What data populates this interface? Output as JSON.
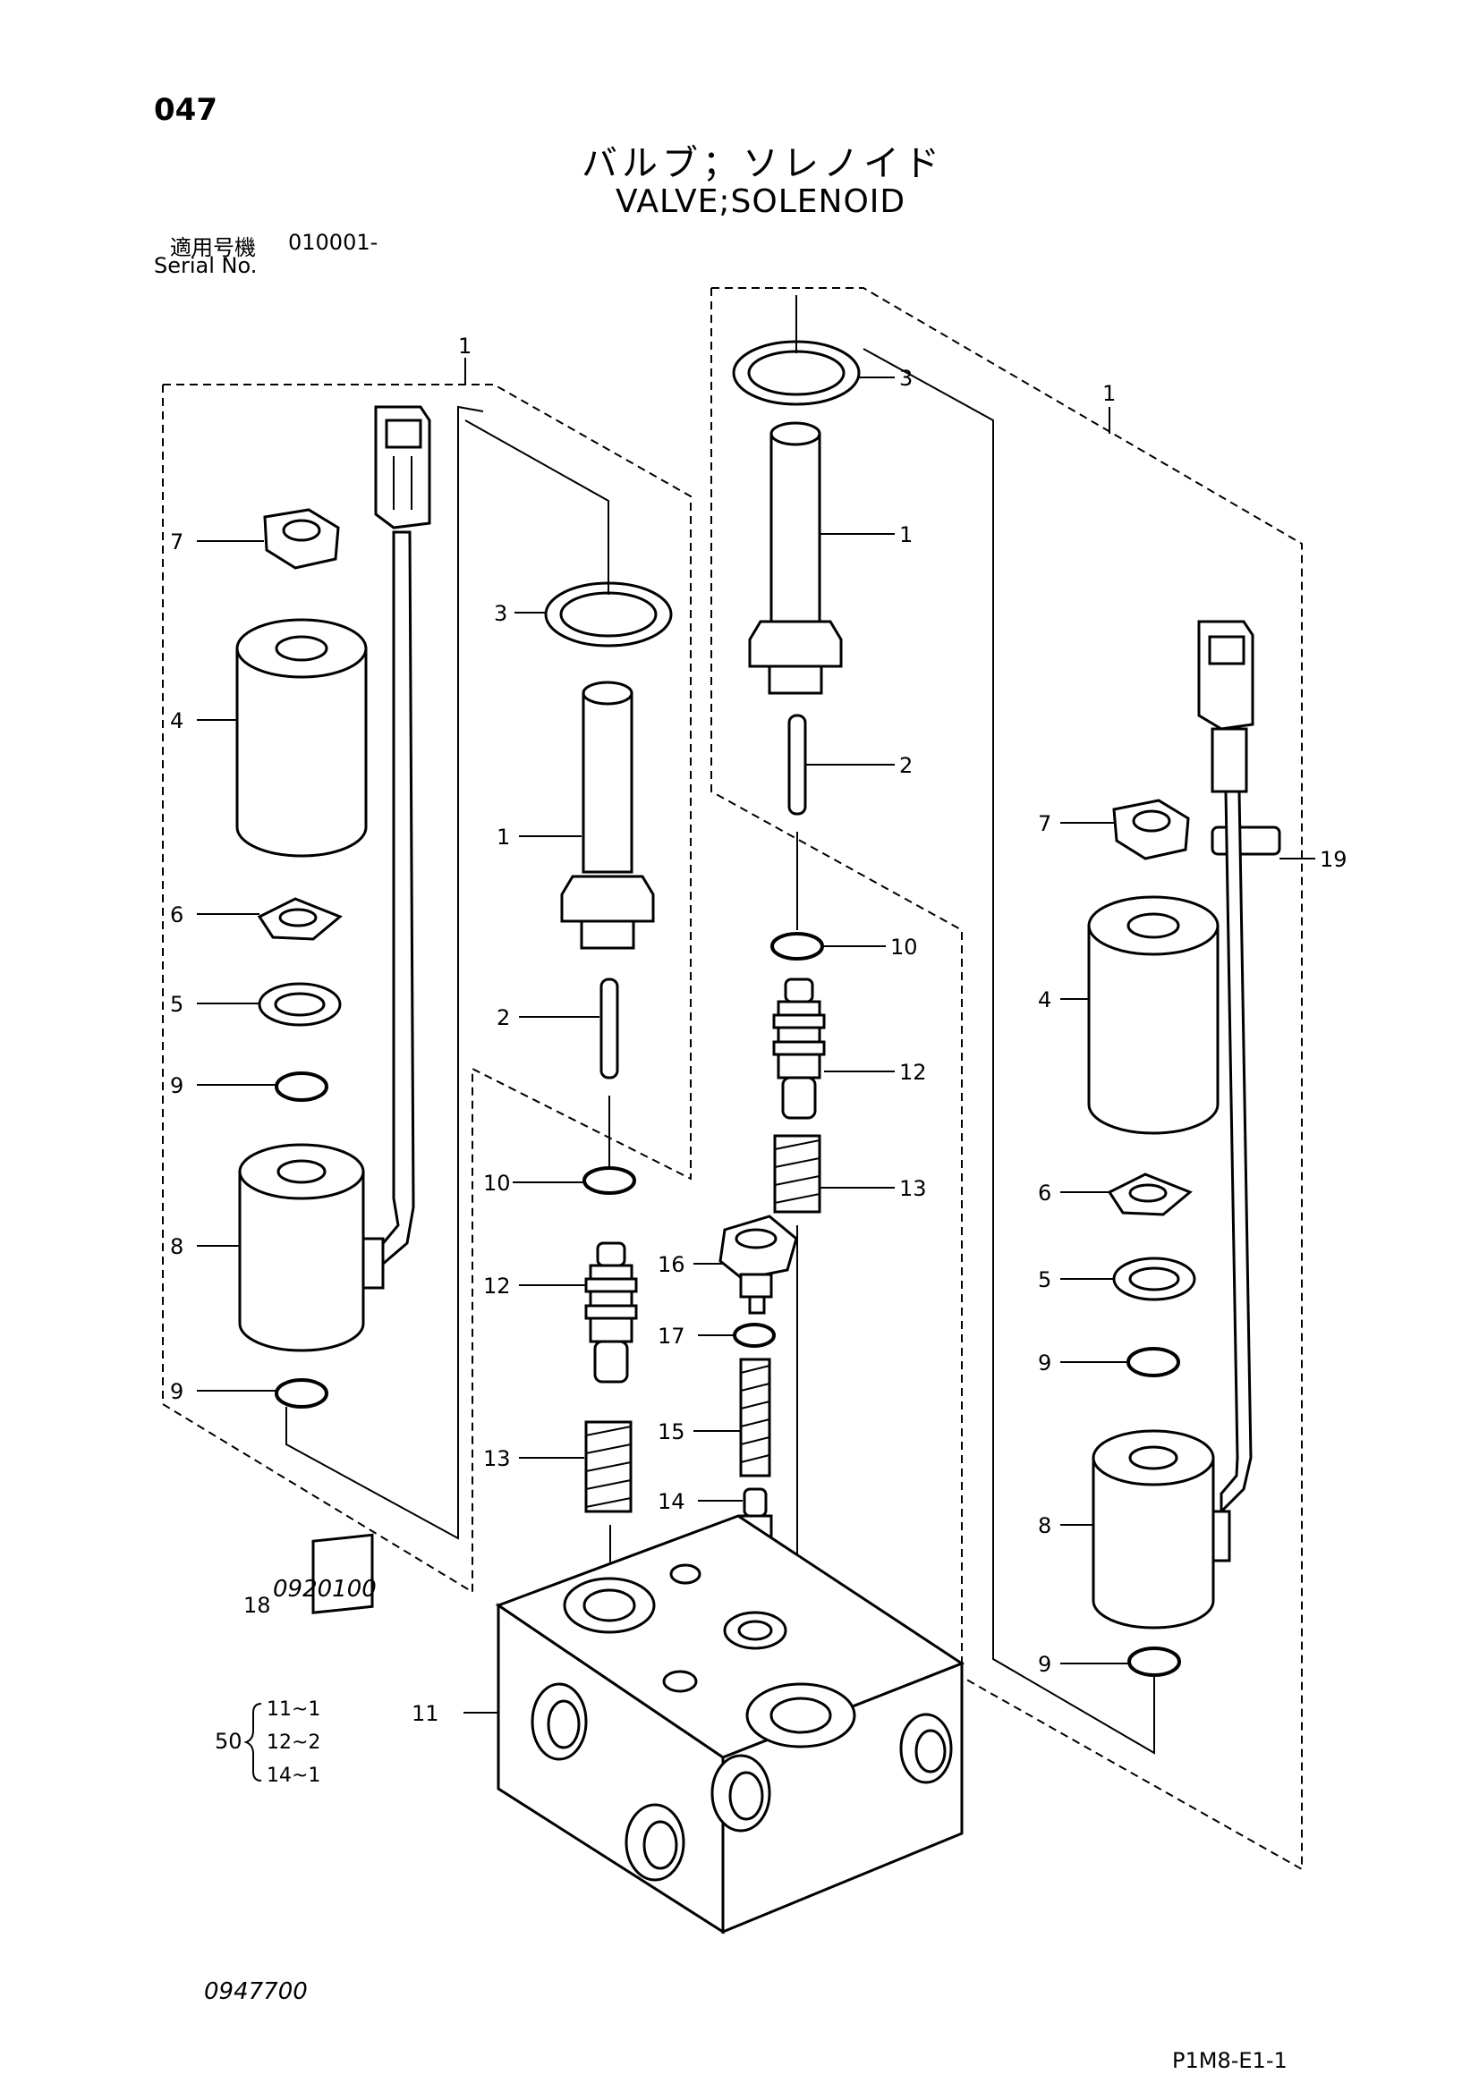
{
  "header": {
    "page_number": "047",
    "title_jp": "バルブ；ソレノイド",
    "title_en": "VALVE;SOLENOID",
    "serial_label_jp": "適用号機",
    "serial_value": "010001-",
    "serial_label_en": "Serial No."
  },
  "callouts": {
    "c1": "1",
    "c2": "2",
    "c3": "3",
    "c4": "4",
    "c5": "5",
    "c6": "6",
    "c7": "7",
    "c8": "8",
    "c9": "9",
    "c10": "10",
    "c11": "11",
    "c12": "12",
    "c13": "13",
    "c14": "14",
    "c15": "15",
    "c16": "16",
    "c17": "17",
    "c18": "18",
    "c19": "19",
    "c50": "50"
  },
  "label_plate": "0920100",
  "kit": {
    "number": "50",
    "items": [
      "11~1",
      "12~2",
      "14~1"
    ]
  },
  "footer": {
    "drawing_number": "0947700",
    "page_code": "P1M8-E1-1"
  }
}
